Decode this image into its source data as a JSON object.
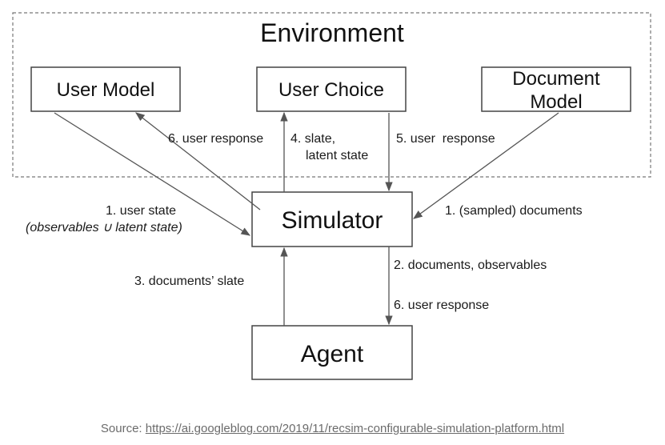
{
  "environment": {
    "title": "Environment"
  },
  "nodes": {
    "user_model": "User Model",
    "user_choice": "User Choice",
    "document_model": [
      "Document",
      "Model"
    ],
    "simulator": "Simulator",
    "agent": "Agent"
  },
  "edges": {
    "user_state": "1. user state",
    "user_state_note": "(observables ∪ latent state)",
    "sampled_documents": "1. (sampled) documents",
    "documents_observables": "2. documents, observables",
    "documents_slate": "3. documents’ slate",
    "slate_latent": [
      "4. slate,",
      "latent state"
    ],
    "user_response_5": "5. user  response",
    "user_response_6_env": "6. user response",
    "user_response_6_agent": "6. user response"
  },
  "footer": {
    "prefix": "Source: ",
    "link": "https://ai.googleblog.com/2019/11/recsim-configurable-simulation-platform.html"
  },
  "colors": {
    "line": "#555555",
    "box_border": "#444444",
    "dashed": "#777777"
  }
}
